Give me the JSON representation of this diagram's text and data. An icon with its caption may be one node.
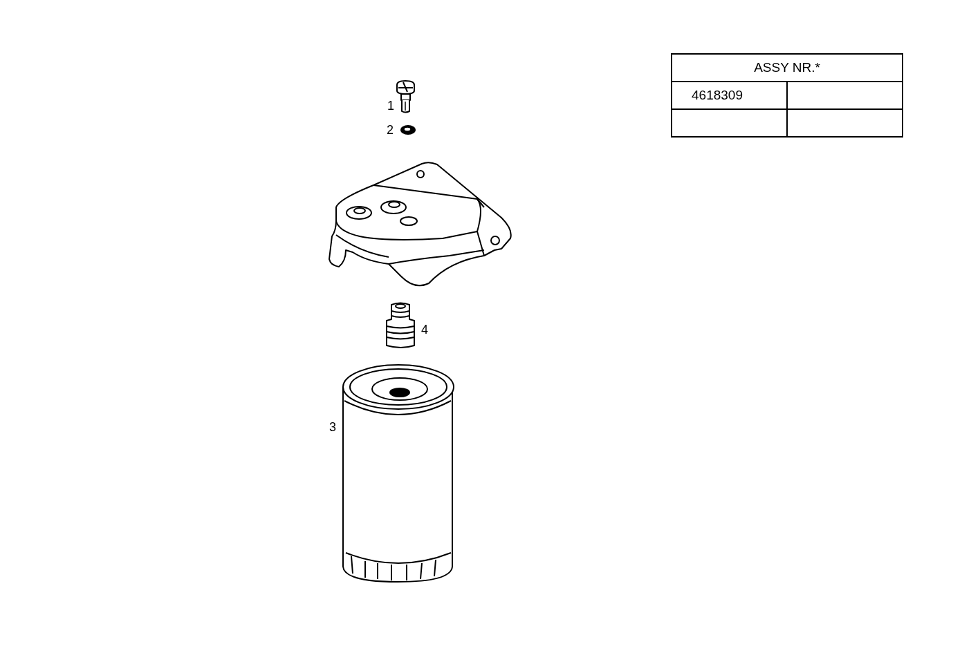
{
  "diagram": {
    "labels": [
      "ASSY NR.*",
      "4618309",
      "1",
      "2",
      "4",
      "3"
    ]
  }
}
